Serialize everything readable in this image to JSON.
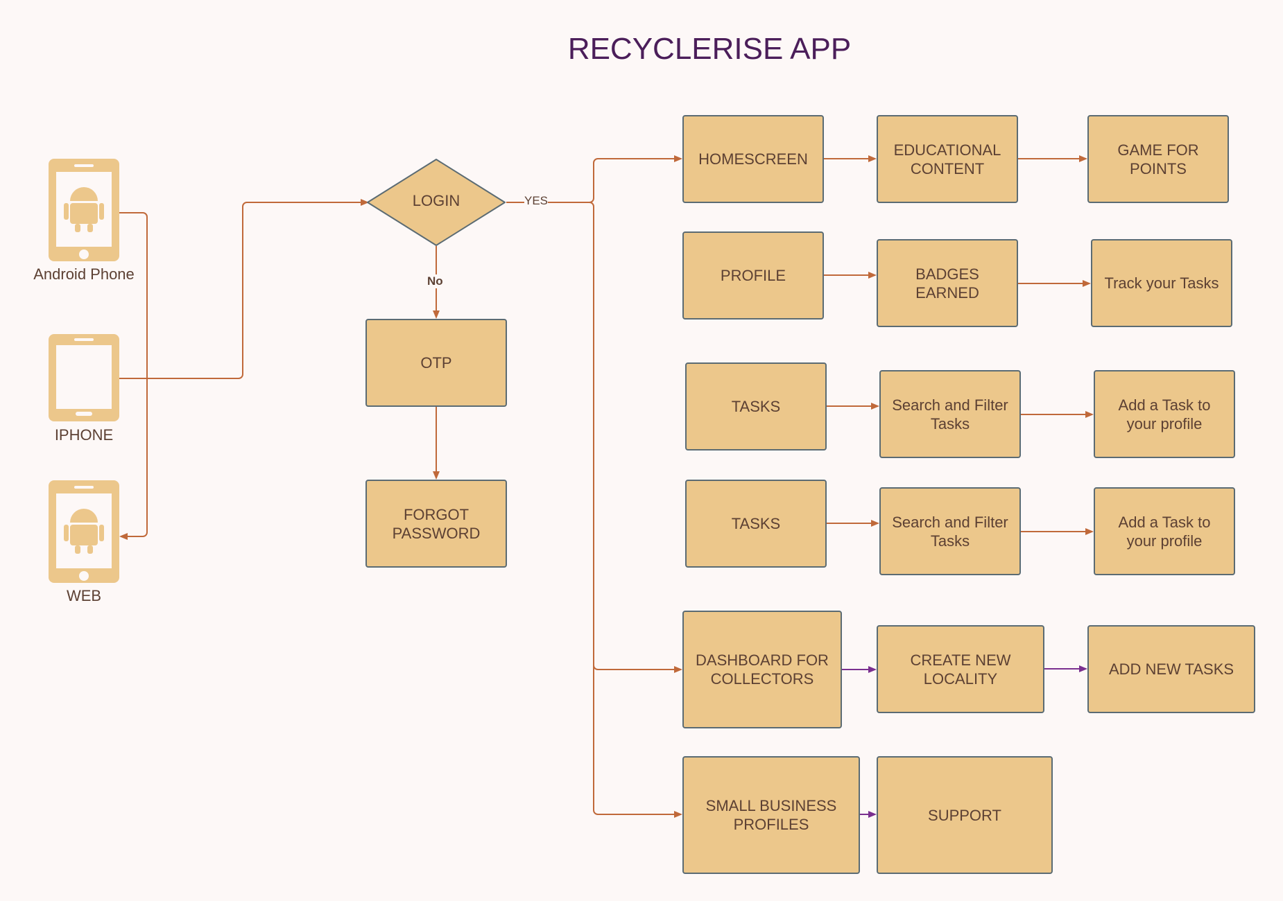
{
  "title": "RECYCLERISE APP",
  "colors": {
    "node_fill": "#ecc78b",
    "node_border": "#5b6b73",
    "edge": "#c0693a",
    "edge_alt": "#7a2f8f",
    "title": "#4b1e5a"
  },
  "devices": [
    {
      "label": "Android Phone",
      "icon": "android-phone-icon"
    },
    {
      "label": "IPHONE",
      "icon": "iphone-icon"
    },
    {
      "label": "WEB",
      "icon": "android-phone-icon"
    }
  ],
  "login": {
    "label": "LOGIN",
    "yes_label": "YES",
    "no_label": "No"
  },
  "nodes": {
    "otp": "OTP",
    "forgot_password": "FORGOT\nPASSWORD",
    "homescreen": "HOMESCREEN",
    "educational_content": "EDUCATIONAL\nCONTENT",
    "game_for_points": "GAME FOR\nPOINTS",
    "profile": "PROFILE",
    "badges_earned": "BADGES\nEARNED",
    "track_tasks": "Track your Tasks",
    "tasks_1": "TASKS",
    "search_filter_1": "Search and Filter\nTasks",
    "add_task_1": "Add a Task to\nyour profile",
    "tasks_2": "TASKS",
    "search_filter_2": "Search and Filter\nTasks",
    "add_task_2": "Add a Task to\nyour profile",
    "dashboard_collectors": "DASHBOARD FOR\nCOLLECTORS",
    "create_locality": "CREATE NEW\nLOCALITY",
    "add_new_tasks": "ADD NEW TASKS",
    "small_business": "SMALL BUSINESS\nPROFILES",
    "support": "SUPPORT"
  }
}
